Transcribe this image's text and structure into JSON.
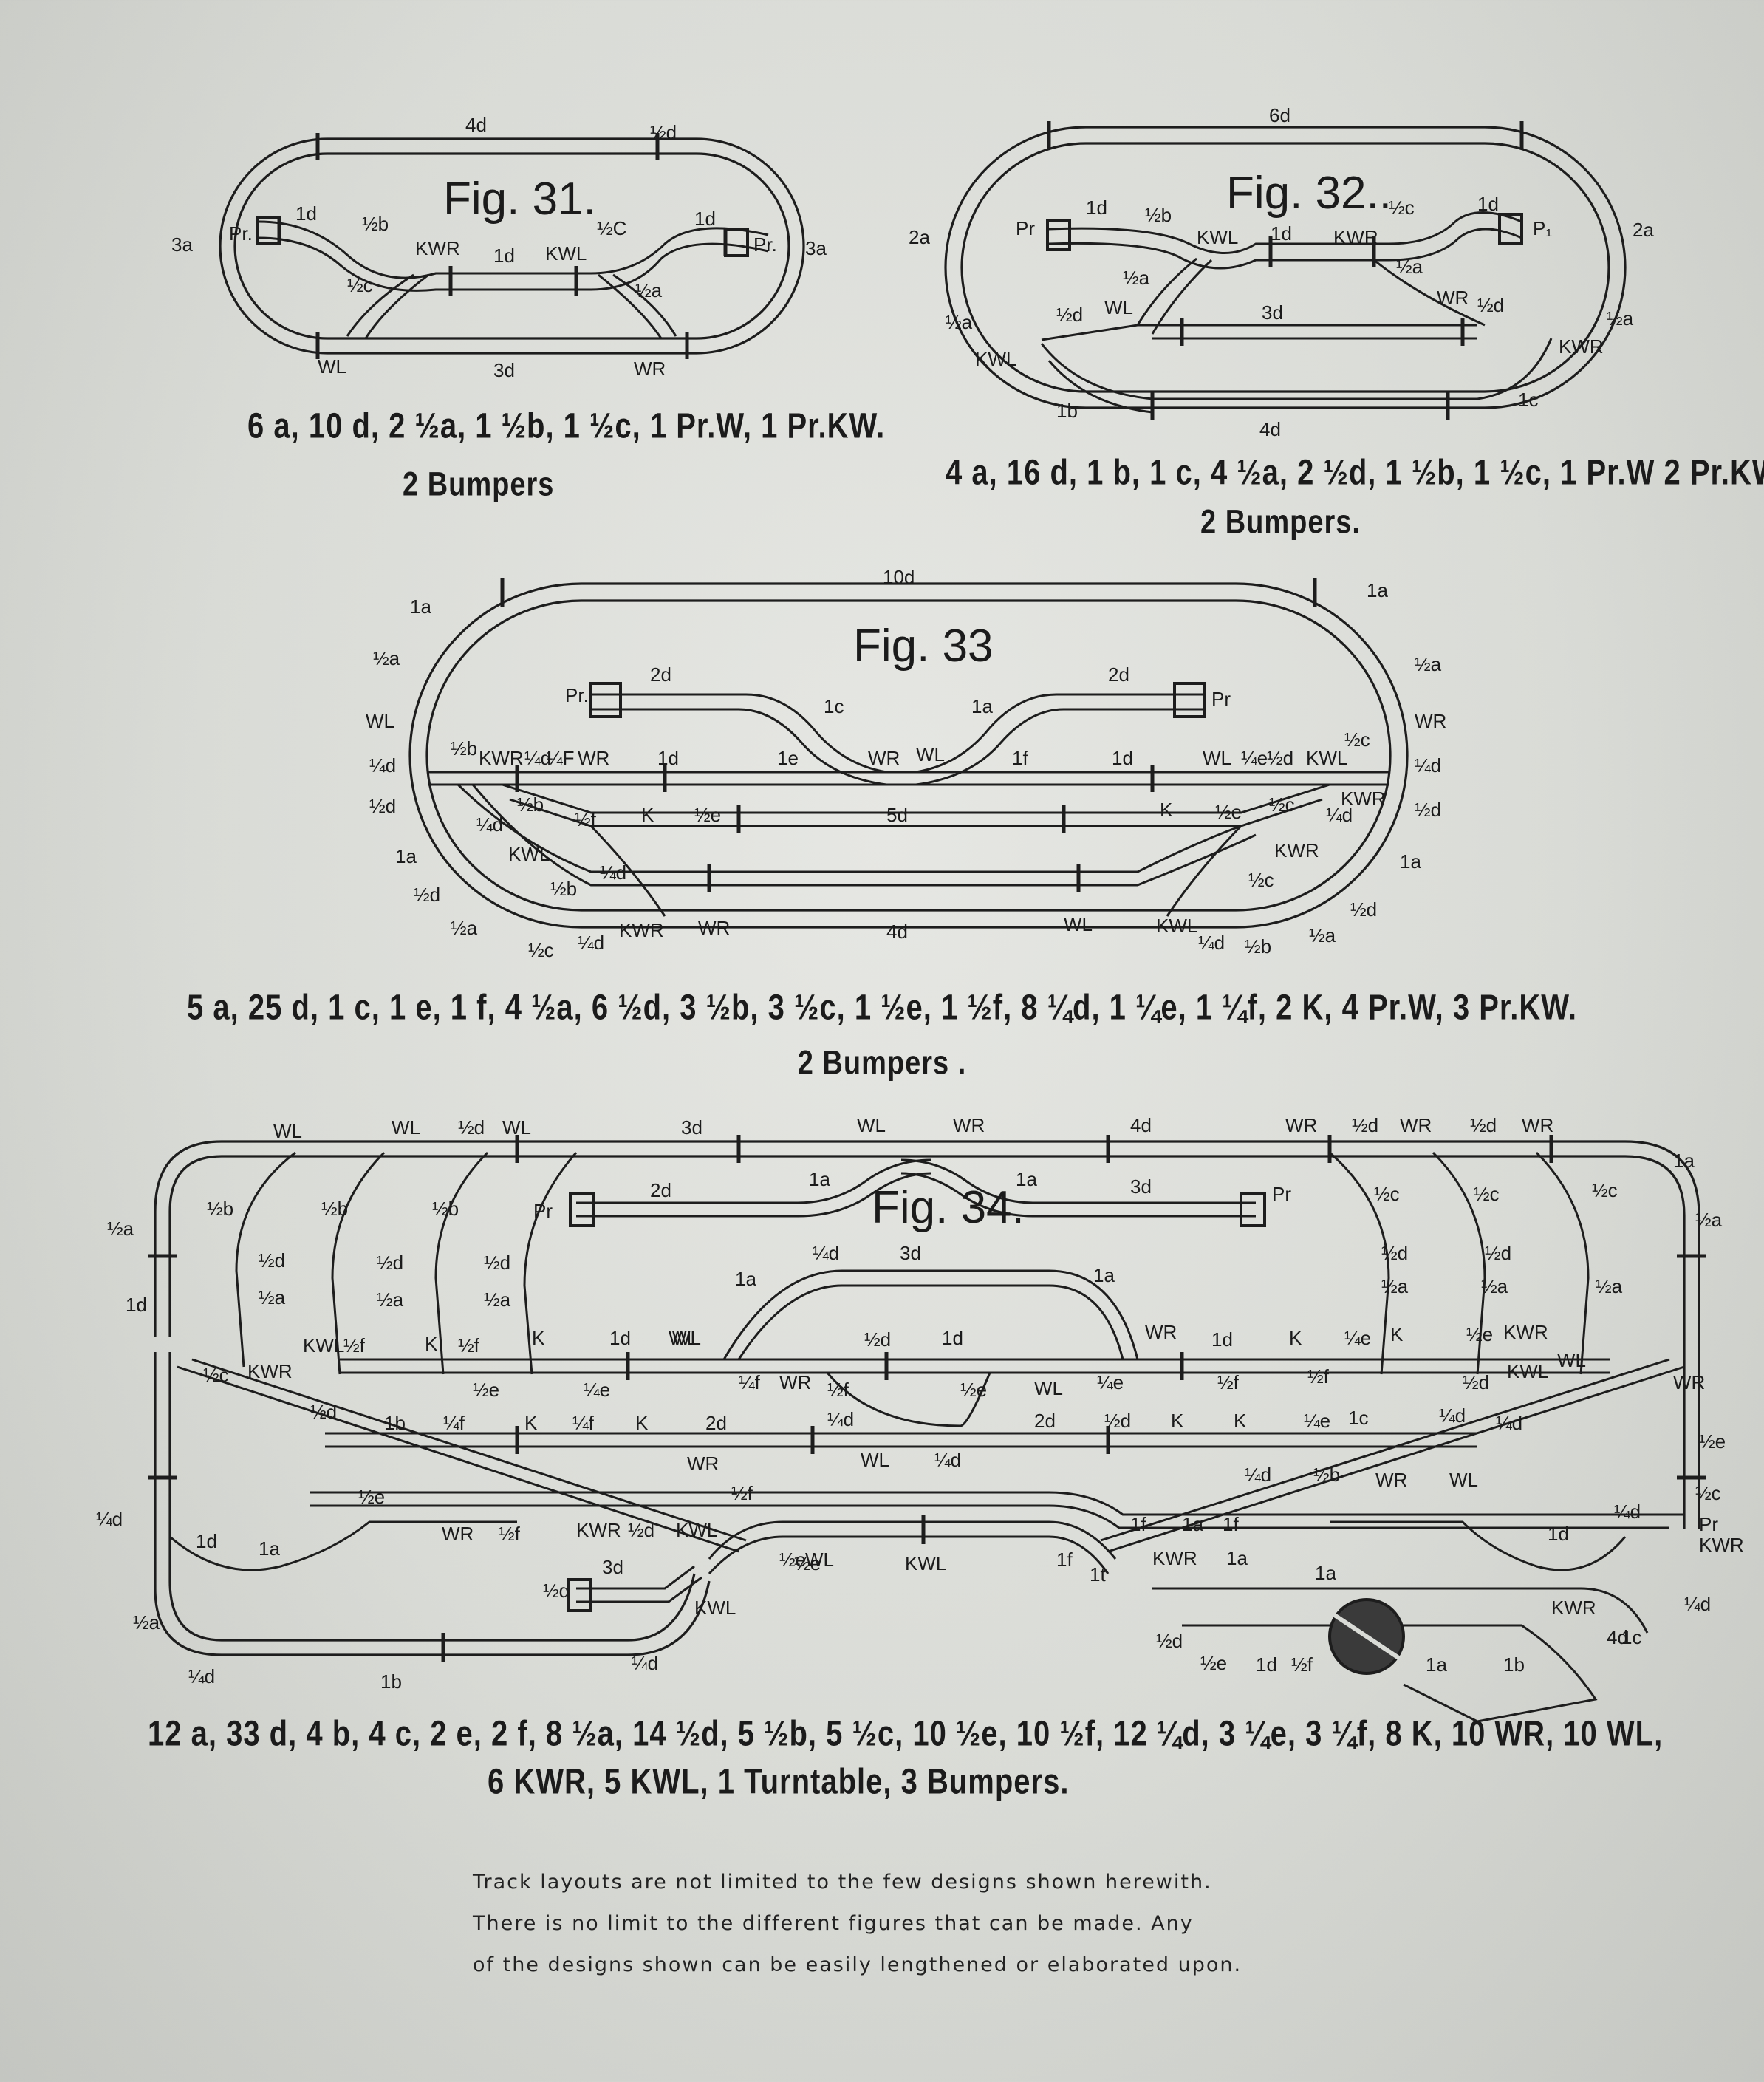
{
  "figures": [
    {
      "title": "Fig. 31.",
      "parts": "6 a, 10 d, 2 ½a, 1 ½b, 1 ½c, 1 Pr.W, 1 Pr.KW.",
      "bumpers": "2 Bumpers",
      "labels": [
        "4d",
        "½d",
        "3a",
        "3a",
        "Pr.",
        "Pr.",
        "1d",
        "½b",
        "½C",
        "1d",
        "KWR",
        "1d",
        "KWL",
        "½c",
        "½a",
        "WL",
        "3d",
        "WR"
      ]
    },
    {
      "title": "Fig. 32..",
      "parts": "4 a, 16 d, 1 b, 1 c, 4 ½a, 2 ½d, 1 ½b, 1 ½c, 1 Pr.W 2 Pr.KW.",
      "bumpers": "2 Bumpers.",
      "labels": [
        "6d",
        "2a",
        "2a",
        "Pr",
        "1d",
        "½b",
        "KWL",
        "1d",
        "KWR",
        "½c",
        "1d",
        "P₁",
        "½a",
        "½a",
        "½d",
        "WL",
        "3d",
        "WR",
        "½d",
        "½a",
        "½a",
        "KWL",
        "KWR",
        "1b",
        "4d",
        "1c"
      ]
    },
    {
      "title": "Fig. 33",
      "parts": "5 a, 25 d, 1 c, 1 e, 1 f, 4 ½a, 6 ½d, 3 ½b, 3 ½c, 1 ½e, 1 ½f, 8 ¼d, 1 ¼e, 1 ¼f, 2 K, 4 Pr.W, 3 Pr.KW.",
      "bumpers": "2 Bumpers .",
      "labels": [
        "10d",
        "1a",
        "1a",
        "½a",
        "½a",
        "WL",
        "WR",
        "Pr.",
        "2d",
        "2d",
        "Pr",
        "1c",
        "1a",
        "½b",
        "KWR",
        "¼d",
        "¼F",
        "WR",
        "1d",
        "1e",
        "WR",
        "WL",
        "1f",
        "1d",
        "WL",
        "¼e",
        "½d",
        "KWL",
        "½c",
        "¼d",
        "¼d",
        "½d",
        "½d",
        "½b",
        "¼d",
        "½f",
        "K",
        "½e",
        "5d",
        "K",
        "½e",
        "½c",
        "KWR",
        "¼d",
        "1a",
        "1a",
        "KWL",
        "½b",
        "¼d",
        "KWR",
        "½c",
        "½d",
        "½d",
        "½a",
        "½c",
        "¼d",
        "KWR",
        "WR",
        "4d",
        "WL",
        "KWL",
        "¼d",
        "½b",
        "½a"
      ]
    },
    {
      "title": "Fig. 34.",
      "parts_line1": "12 a, 33 d, 4 b, 4 c, 2 e, 2 f, 8 ½a, 14 ½d, 5 ½b, 5 ½c, 10 ½e, 10 ½f, 12 ¼d, 3 ¼e, 3 ¼f, 8 K, 10 WR, 10 WL,",
      "parts_line2": "6 KWR, 5 KWL, 1 Turntable, 3 Bumpers.",
      "labels": [
        "WL",
        "WL",
        "½d",
        "WL",
        "3d",
        "WL",
        "WR",
        "4d",
        "WR",
        "½d",
        "WR",
        "½d",
        "WR",
        "1a",
        "½a",
        "½a",
        "½b",
        "½b",
        "½b",
        "Pr",
        "2d",
        "1a",
        "1a",
        "3d",
        "Pr",
        "½c",
        "½c",
        "½c",
        "1d",
        "½d",
        "½d",
        "½d",
        "½d",
        "½d",
        "½a",
        "½a",
        "½a",
        "½a",
        "½a",
        "½a",
        "¼d",
        "3d",
        "1a",
        "1a",
        "1d",
        "WL",
        "KWL",
        "½f",
        "K",
        "½f",
        "K",
        "1d",
        "WL",
        "½d",
        "1d",
        "WR",
        "1d",
        "K",
        "¼e",
        "K",
        "½e",
        "KWR",
        "WL",
        "½c",
        "KWR",
        "½e",
        "¼e",
        "¼f",
        "WR",
        "½f",
        "½e",
        "WL",
        "¼e",
        "½f",
        "½f",
        "½d",
        "KWL",
        "WR",
        "½d",
        "1b",
        "¼f",
        "K",
        "¼f",
        "K",
        "2d",
        "¼d",
        "2d",
        "½d",
        "K",
        "K",
        "¼e",
        "1c",
        "¼d",
        "¼d",
        "½e",
        "WR",
        "WL",
        "¼d",
        "½f",
        "¼d",
        "½b",
        "WR",
        "WL",
        "½c",
        "¼d",
        "½e",
        "WR",
        "½f",
        "KWR",
        "½d",
        "KWL",
        "½e",
        "WL",
        "1f",
        "1a",
        "1f",
        "1d",
        "1a",
        "¼d",
        "Pr",
        "1d",
        "KWR",
        "½d",
        "3d",
        "KWL",
        "½e",
        "KWL",
        "1f",
        "1t",
        "KWR",
        "1a",
        "1a",
        "KWR",
        "¼d",
        "½a",
        "4d",
        "1c",
        "¼d",
        "1b",
        "¼d",
        "½d",
        "½e",
        "1d",
        "½f",
        "1a",
        "1b"
      ]
    }
  ],
  "note": [
    "Track layouts are not limited to the few designs shown herewith.",
    "There is no limit to the different figures that can be made. Any",
    "of the designs shown can be easily lengthened or elaborated upon."
  ]
}
